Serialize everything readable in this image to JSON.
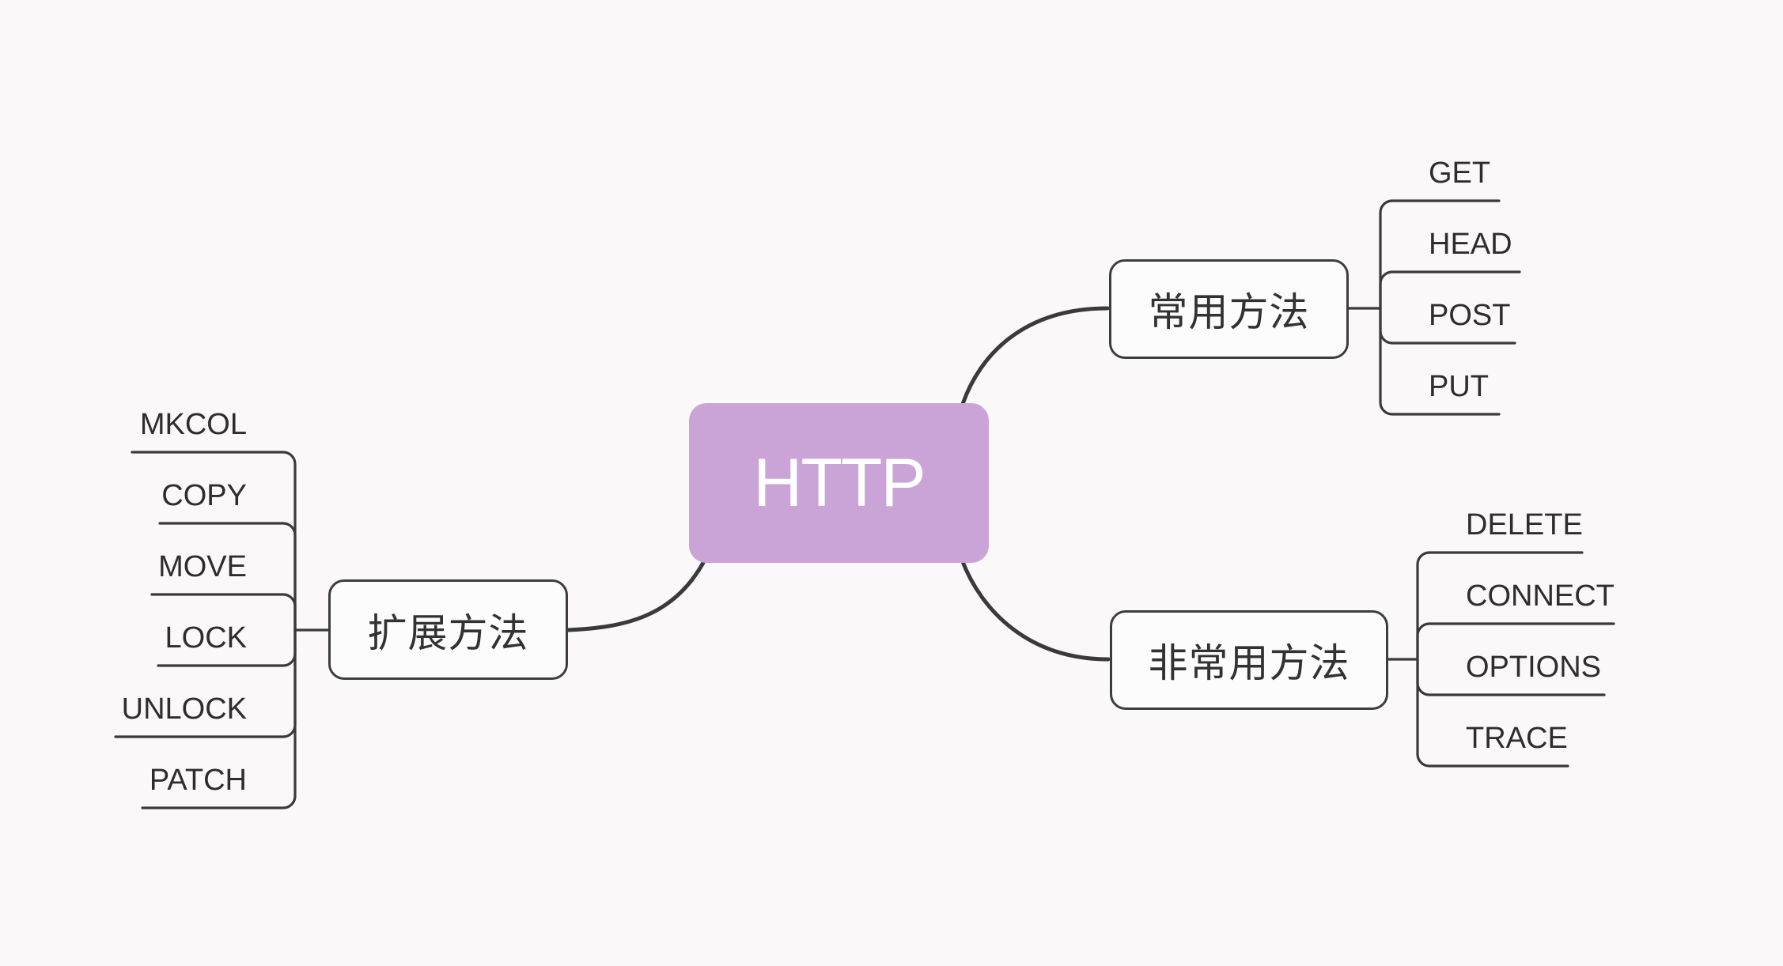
{
  "root": {
    "label": "HTTP"
  },
  "branches": {
    "common": {
      "label": "常用方法",
      "children": [
        "GET",
        "HEAD",
        "POST",
        "PUT"
      ]
    },
    "uncommon": {
      "label": "非常用方法",
      "children": [
        "DELETE",
        "CONNECT",
        "OPTIONS",
        "TRACE"
      ]
    },
    "extension": {
      "label": "扩展方法",
      "children": [
        "MKCOL",
        "COPY",
        "MOVE",
        "LOCK",
        "UNLOCK",
        "PATCH"
      ]
    }
  },
  "colors": {
    "root_fill": "#cba4d7",
    "root_text": "#ffffff",
    "line": "#3a3a3a",
    "topic_border": "#3d3d3d",
    "topic_fill": "#fdfcfc",
    "topic_text": "#323232",
    "child_text": "#2d2d2d",
    "background": "#fbf8f9"
  }
}
